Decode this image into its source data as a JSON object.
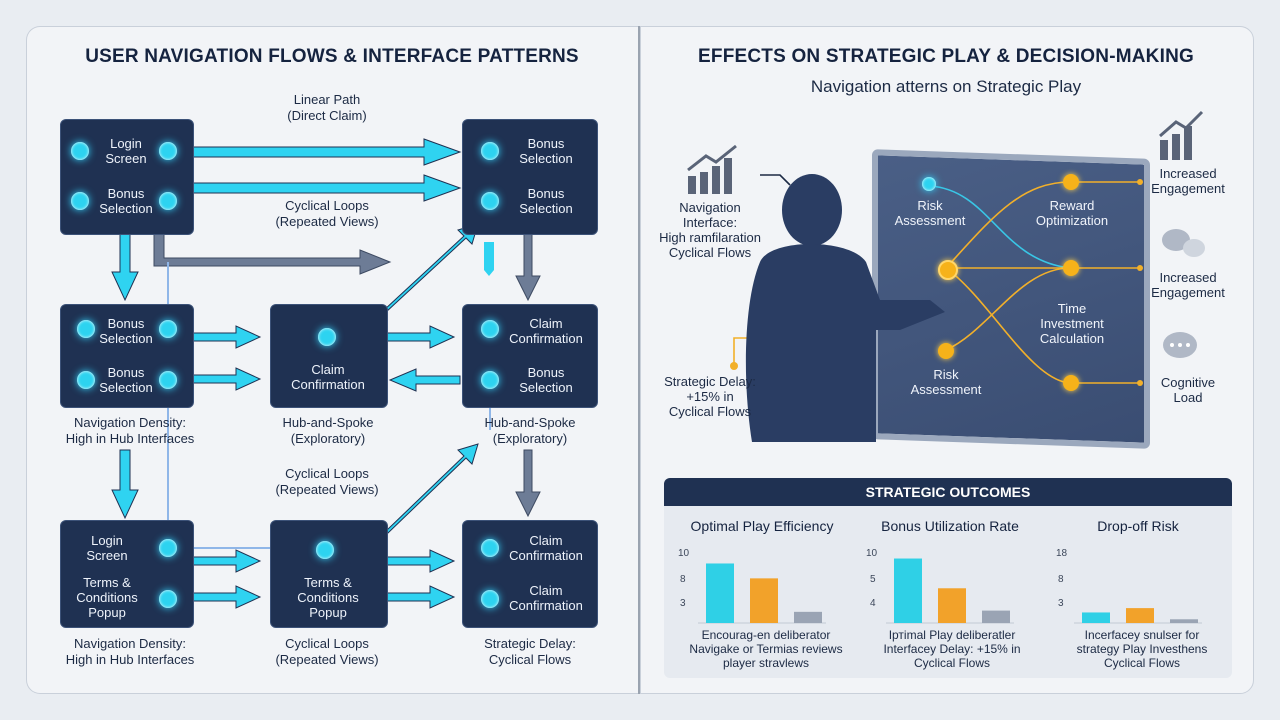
{
  "left": {
    "title": "USER NAVIGATION FLOWS & INTERFACE PATTERNS",
    "boxes": {
      "r1a": {
        "line1": "Login",
        "line2": "Screen",
        "line3": "Bonus",
        "line4": "Selection"
      },
      "r1b": {
        "line1": "Bonus",
        "line2": "Selection",
        "line3": "Bonus",
        "line4": "Selection"
      },
      "r2a": {
        "line1": "Bonus",
        "line2": "Selection",
        "line3": "Bonus",
        "line4": "Selection"
      },
      "r2b": {
        "line1": "Claim",
        "line2": "Confirmation"
      },
      "r2c": {
        "line1": "Claim",
        "line2": "Confirmation",
        "line3": "Bonus",
        "line4": "Selection"
      },
      "r3a": {
        "line1": "Login",
        "line2": "Screen",
        "line3": "Terms &",
        "line4": "Conditions",
        "line5": "Popup"
      },
      "r3b": {
        "line1": "Terms &",
        "line2": "Conditions",
        "line3": "Popup"
      },
      "r3c": {
        "line1": "Claim",
        "line2": "Confirmation",
        "line3": "Claim",
        "line4": "Confirmation"
      }
    },
    "labels": {
      "linear": {
        "line1": "Linear Path",
        "line2": "(Direct Claim)"
      },
      "cyc1": {
        "line1": "Cyclical Loops",
        "line2": "(Repeated Views)"
      },
      "density1": {
        "line1": "Navigation Density:",
        "line2": "High in Hub Interfaces"
      },
      "hub1": {
        "line1": "Hub-and-Spoke",
        "line2": "(Exploratory)"
      },
      "hub2": {
        "line1": "Hub-and-Spoke",
        "line2": "(Exploratory)"
      },
      "cyc2": {
        "line1": "Cyclical Loops",
        "line2": "(Repeated Views)"
      },
      "density2": {
        "line1": "Navigation Density:",
        "line2": "High in Hub Interfaces"
      },
      "cyc3": {
        "line1": "Cyclical Loops",
        "line2": "(Repeated Views)"
      },
      "delay": {
        "line1": "Strategic Delay:",
        "line2": "Cyclical Flows"
      }
    }
  },
  "right": {
    "title": "EFFECTS ON STRATEGIC PLAY & DECISION-MAKING",
    "subtitle": "Navigation atterns on Strategic Play",
    "nav_interface": {
      "line1": "Navigation",
      "line2": "Interface:",
      "line3": "High ramfilaration",
      "line4": "Cyclical Flows"
    },
    "strategic_delay": {
      "line1": "Strategic Delay:",
      "line2": "+15% in",
      "line3": "Cyclical Flows"
    },
    "panel": {
      "risk1": {
        "line1": "Risk",
        "line2": "Assessment"
      },
      "reward": {
        "line1": "Reward",
        "line2": "Optimization"
      },
      "time": {
        "line1": "Time",
        "line2": "Investment",
        "line3": "Calculation"
      },
      "risk2": {
        "line1": "Risk",
        "line2": "Assessment"
      }
    },
    "side": {
      "s1": {
        "line1": "Increased",
        "line2": "Engagement"
      },
      "s2": {
        "line1": "Increased",
        "line2": "Engagement"
      },
      "s3": {
        "line1": "Cognitive",
        "line2": "Load"
      }
    },
    "outcomes": {
      "heading": "STRATEGIC OUTCOMES",
      "colors": {
        "cyan": "#2fd0e6",
        "orange": "#f2a22a",
        "gray": "#9aa4b4"
      },
      "charts": [
        {
          "title": "Optimal Play Efficiency",
          "ticks": [
            "10",
            "8",
            "3"
          ],
          "values": [
            9.6,
            7.2,
            1.8
          ],
          "caption": {
            "line1": "Encourag-en deliberator",
            "line2": "Navigake or Termias reviews",
            "line3": "player stravlews"
          }
        },
        {
          "title": "Bonus Utilization Rate",
          "ticks": [
            "10",
            "5",
            "4"
          ],
          "values": [
            10.4,
            5.6,
            2.0
          ],
          "caption": {
            "line1": "Iртimal Play deliberatler",
            "line2": "Interfacey Delay: +15% in",
            "line3": "Cyclical Flows"
          }
        },
        {
          "title": "Drop-off Risk",
          "ticks": [
            "18",
            "8",
            "3"
          ],
          "values": [
            1.7,
            2.4,
            0.6
          ],
          "caption": {
            "line1": "Incerfacey snulser for",
            "line2": "strategy Play Investhens",
            "line3": "Cyclical Flows"
          }
        }
      ]
    }
  }
}
